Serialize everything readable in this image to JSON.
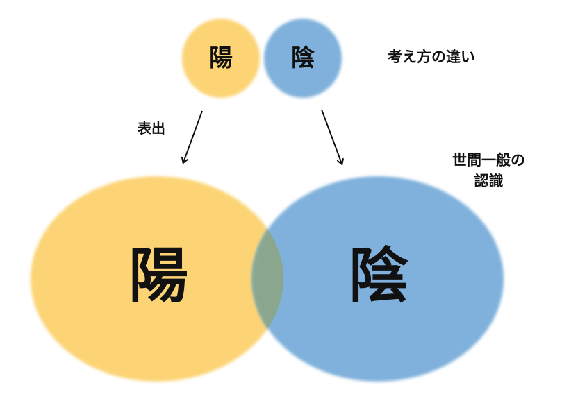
{
  "diagram": {
    "top": {
      "yang_label": "陽",
      "yin_label": "陰",
      "caption": "考え方の違い"
    },
    "arrow_label": "表出",
    "common_caption_line1": "世間一般の",
    "common_caption_line2": "認識",
    "bottom": {
      "yang_label": "陽",
      "yin_label": "陰"
    },
    "colors": {
      "yang": "#fcd476",
      "yin": "#7fb1dc",
      "overlap": "#8aa78e",
      "text": "#111111",
      "arrow": "#111111",
      "background": "#ffffff"
    }
  }
}
